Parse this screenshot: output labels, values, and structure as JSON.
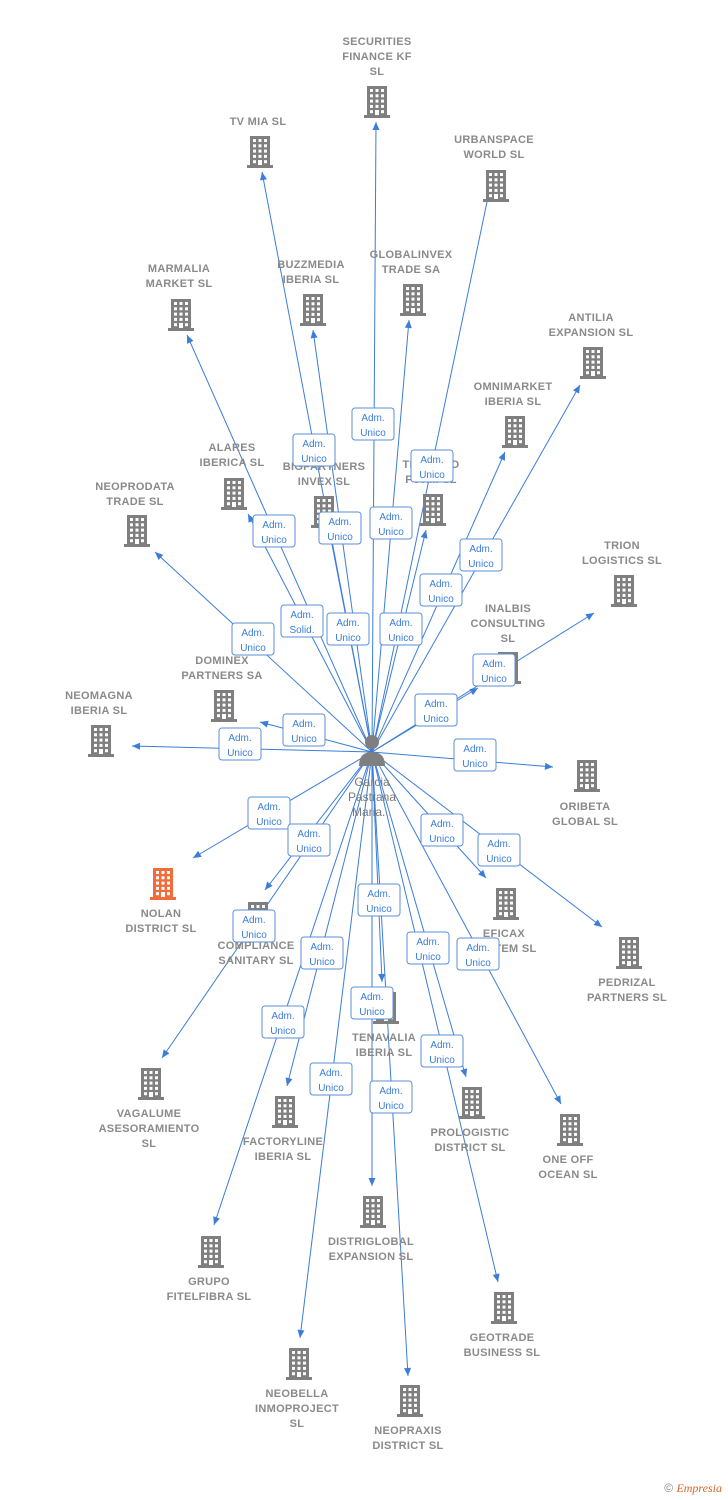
{
  "center": {
    "label": [
      "Garcia",
      "Pastrana",
      "Maria..."
    ],
    "icon": "person-icon"
  },
  "colors": {
    "edge": "#3b7dd8",
    "building": "#7f7f7f",
    "highlight": "#f26b3a"
  },
  "nodes": [
    {
      "id": "securities",
      "label": [
        "SECURITIES",
        "FINANCE KF",
        "SL"
      ],
      "rel": [
        "Adm.",
        "Unico"
      ]
    },
    {
      "id": "tvmia",
      "label": [
        "TV MIA  SL"
      ],
      "rel": [
        "Adm.",
        "Unico"
      ]
    },
    {
      "id": "urbanspace",
      "label": [
        "URBANSPACE",
        "WORLD  SL"
      ],
      "rel": [
        "Adm.",
        "Unico"
      ]
    },
    {
      "id": "buzzmedia",
      "label": [
        "BUZZMEDIA",
        "IBERIA  SL"
      ],
      "rel": [
        "Adm.",
        "Unico"
      ]
    },
    {
      "id": "globalinvex",
      "label": [
        "GLOBALINVEX",
        "TRADE SA"
      ],
      "rel": [
        "Adm.",
        "Unico"
      ]
    },
    {
      "id": "marmalia",
      "label": [
        "MARMALIA",
        "MARKET  SL"
      ],
      "rel": [
        "Adm.",
        "Unico"
      ]
    },
    {
      "id": "antilia",
      "label": [
        "ANTILIA",
        "EXPANSION  SL"
      ],
      "rel": [
        "Adm.",
        "Unico"
      ]
    },
    {
      "id": "omnimarket",
      "label": [
        "OMNIMARKET",
        "IBERIA  SL"
      ],
      "rel": [
        "Adm.",
        "Unico"
      ]
    },
    {
      "id": "alares",
      "label": [
        "ALARES",
        "IBERICA  SL"
      ],
      "rel": [
        "Adm.",
        "Solid."
      ]
    },
    {
      "id": "bigpartners",
      "label": [
        "BIGPARTNERS",
        "INVEX  SL"
      ],
      "rel": [
        "Adm.",
        "Unico"
      ]
    },
    {
      "id": "tecnoko",
      "label": [
        "TECNOKO",
        "FORM  SL"
      ],
      "rel": [
        "Adm.",
        "Unico"
      ]
    },
    {
      "id": "neoprodata",
      "label": [
        "NEOPRODATA",
        "TRADE  SL"
      ],
      "rel": [
        "Adm.",
        "Unico"
      ]
    },
    {
      "id": "trion",
      "label": [
        "TRION",
        "LOGISTICS  SL"
      ],
      "rel": [
        "Adm.",
        "Unico"
      ]
    },
    {
      "id": "inalbis",
      "label": [
        "INALBIS",
        "CONSULTING",
        "SL"
      ],
      "rel": [
        "Adm.",
        "Unico"
      ]
    },
    {
      "id": "dominex",
      "label": [
        "DOMINEX",
        "PARTNERS SA"
      ],
      "rel": [
        "Adm.",
        "Unico"
      ]
    },
    {
      "id": "neomagna",
      "label": [
        "NEOMAGNA",
        "IBERIA  SL"
      ],
      "rel": [
        "Adm.",
        "Unico"
      ]
    },
    {
      "id": "oribeta",
      "label": [
        "ORIBETA",
        "GLOBAL  SL"
      ],
      "rel": [
        "Adm.",
        "Unico"
      ]
    },
    {
      "id": "nolan",
      "label": [
        "NOLAN",
        "DISTRICT  SL"
      ],
      "rel": [
        "Adm.",
        "Unico"
      ],
      "highlight": true
    },
    {
      "id": "compliance",
      "label": [
        "COMPLIANCE",
        "SANITARY  SL"
      ],
      "rel": [
        "Adm.",
        "Unico"
      ]
    },
    {
      "id": "eficax",
      "label": [
        "EFICAX",
        "SYSTEM SL"
      ],
      "rel": [
        "Adm.",
        "Unico"
      ]
    },
    {
      "id": "pedrizal",
      "label": [
        "PEDRIZAL",
        "PARTNERS  SL"
      ],
      "rel": [
        "Adm.",
        "Unico"
      ]
    },
    {
      "id": "tenavalia",
      "label": [
        "TENAVALIA",
        "IBERIA  SL"
      ],
      "rel": [
        "Adm.",
        "Unico"
      ]
    },
    {
      "id": "vagalume",
      "label": [
        "VAGALUME",
        "ASESORAMIENTO",
        "SL"
      ],
      "rel": [
        "Adm.",
        "Unico"
      ]
    },
    {
      "id": "factoryline",
      "label": [
        "FACTORYLINE",
        "IBERIA  SL"
      ],
      "rel": [
        "Adm.",
        "Unico"
      ]
    },
    {
      "id": "prologistic",
      "label": [
        "PROLOGISTIC",
        "DISTRICT  SL"
      ],
      "rel": [
        "Adm.",
        "Unico"
      ]
    },
    {
      "id": "oneoff",
      "label": [
        "ONE OFF",
        "OCEAN  SL"
      ],
      "rel": [
        "Adm.",
        "Unico"
      ]
    },
    {
      "id": "distriglobal",
      "label": [
        "DISTRIGLOBAL",
        "EXPANSION  SL"
      ],
      "rel": [
        "Adm.",
        "Unico"
      ]
    },
    {
      "id": "grupo",
      "label": [
        "GRUPO",
        "FITELFIBRA  SL"
      ],
      "rel": [
        "Adm.",
        "Unico"
      ]
    },
    {
      "id": "geotrade",
      "label": [
        "GEOTRADE",
        "BUSINESS  SL"
      ],
      "rel": [
        "Adm.",
        "Unico"
      ]
    },
    {
      "id": "neobella",
      "label": [
        "NEOBELLA",
        "INMOPROJECT",
        "SL"
      ],
      "rel": [
        "Adm.",
        "Unico"
      ]
    },
    {
      "id": "neopraxis",
      "label": [
        "NEOPRAXIS",
        "DISTRICT  SL"
      ],
      "rel": [
        "Adm.",
        "Unico"
      ]
    }
  ],
  "footer": {
    "copyright": "©",
    "brand": "Empresia"
  }
}
